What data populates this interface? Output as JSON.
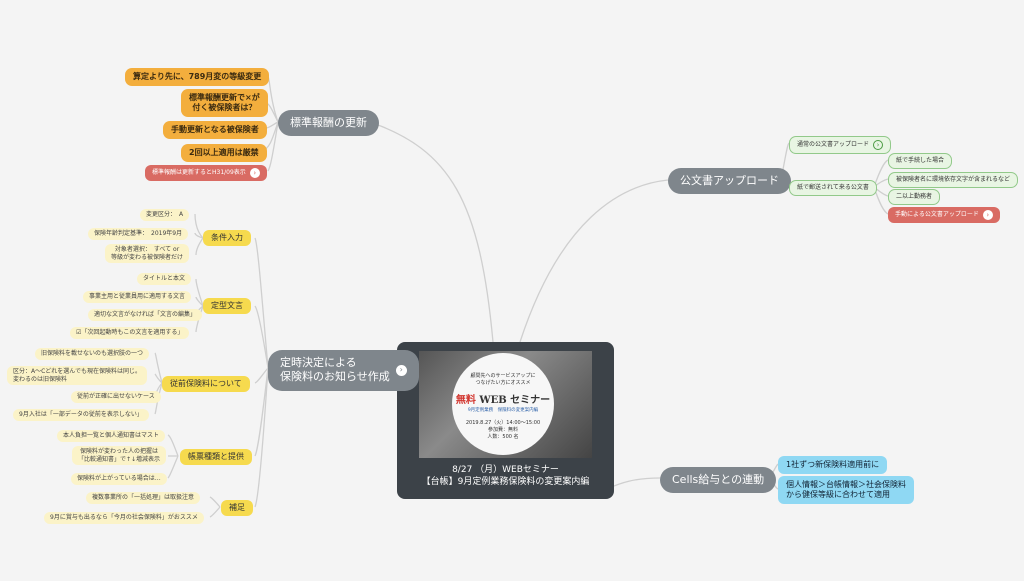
{
  "center": {
    "promo_line1": "顧問先へのサービスアップに",
    "promo_line2": "つなげたい方にオススメ",
    "free_label": "無料",
    "seminar_label": "WEB セミナー",
    "sub_label": "9月定例業務　保険料の変更案内編",
    "datetime": "2019.8.27（火）14:00～15:00",
    "fee": "参加費：無料",
    "capacity": "人数：500 名",
    "caption_line1": "8/27 （月）WEBセミナー",
    "caption_line2": "【台帳】9月定例業務保険料の変更案内編"
  },
  "branches": {
    "standard": "標準報酬の更新",
    "teiji_line1": "定時決定による",
    "teiji_line2": "保険料のお知らせ作成",
    "kobun": "公文書アップロード",
    "cells": "Cells給与との連動"
  },
  "standard_items": {
    "o1": "算定より先に、789月変の等級変更",
    "o2a": "標準報酬更新で×が",
    "o2b": "付く被保険者は？",
    "o3": "手動更新となる被保険者",
    "o4": "2回以上適用は厳禁",
    "r1": "標準報酬は更新するとH31/09表示"
  },
  "teiji": {
    "joken": "条件入力",
    "teikei": "定型文言",
    "juzen": "従前保険料について",
    "chohyo": "帳票種類と提供",
    "hosoku": "補足"
  },
  "joken_items": {
    "a": "変更区分：　A",
    "b": "保険年齢判定基準：　2019年9月",
    "c1": "対象者選択：　すべて or",
    "c2": "等級が変わる被保険者だけ"
  },
  "teikei_items": {
    "a": "タイトルと本文",
    "b": "事業主用と従業員用に適用する文言",
    "c": "適切な文言がなければ「文言の編集」",
    "d": "☑「次回起動時もこの文言を適用する」"
  },
  "juzen_items": {
    "a": "旧保険料を載せないのも選択肢の一つ",
    "b1": "区分：A～Cどれを選んでも現在保険料は同じ。",
    "b2": "変わるのは旧保険料",
    "c": "従前が正確に出せないケース",
    "d": "9月入社は「一部データの従前を表示しない」"
  },
  "chohyo_items": {
    "a": "本人負担一覧と個人通知書はマスト",
    "b1": "保険料が変わった人の把握は",
    "b2": "「比較通知書」で↑↓増減表示",
    "c": "保険料が上がっている場合は…"
  },
  "hosoku_items": {
    "a": "複数事業所の「一括処理」は取扱注意",
    "b": "9月に賞与も出るなら「今月の社会保険料」がおススメ"
  },
  "kobun_items": {
    "g1": "通常の公文書アップロード",
    "g2": "紙で郵送されて来る公文書",
    "p1": "紙で手続した場合",
    "p2": "被保険者名に環境依存文字が含まれるなど",
    "p3": "二以上勤務者",
    "r1": "手動による公文書アップロード"
  },
  "cells_items": {
    "a": "1社ずつ新保険料適用前に",
    "b1": "個人情報＞台帳情報＞社会保険料",
    "b2": "から健保等級に合わせて適用"
  },
  "icons": {
    "arrow": "arrow-right-circle-icon"
  },
  "colors": {
    "branch": "#7f868c",
    "orange": "#f3ae3d",
    "yellow": "#f6da4e",
    "pale": "#fbf3c8",
    "green": "#e8f5e3",
    "red": "#d96b63",
    "cyan": "#8fd8f3",
    "center": "#3c4248",
    "line": "#c8c8c8"
  }
}
